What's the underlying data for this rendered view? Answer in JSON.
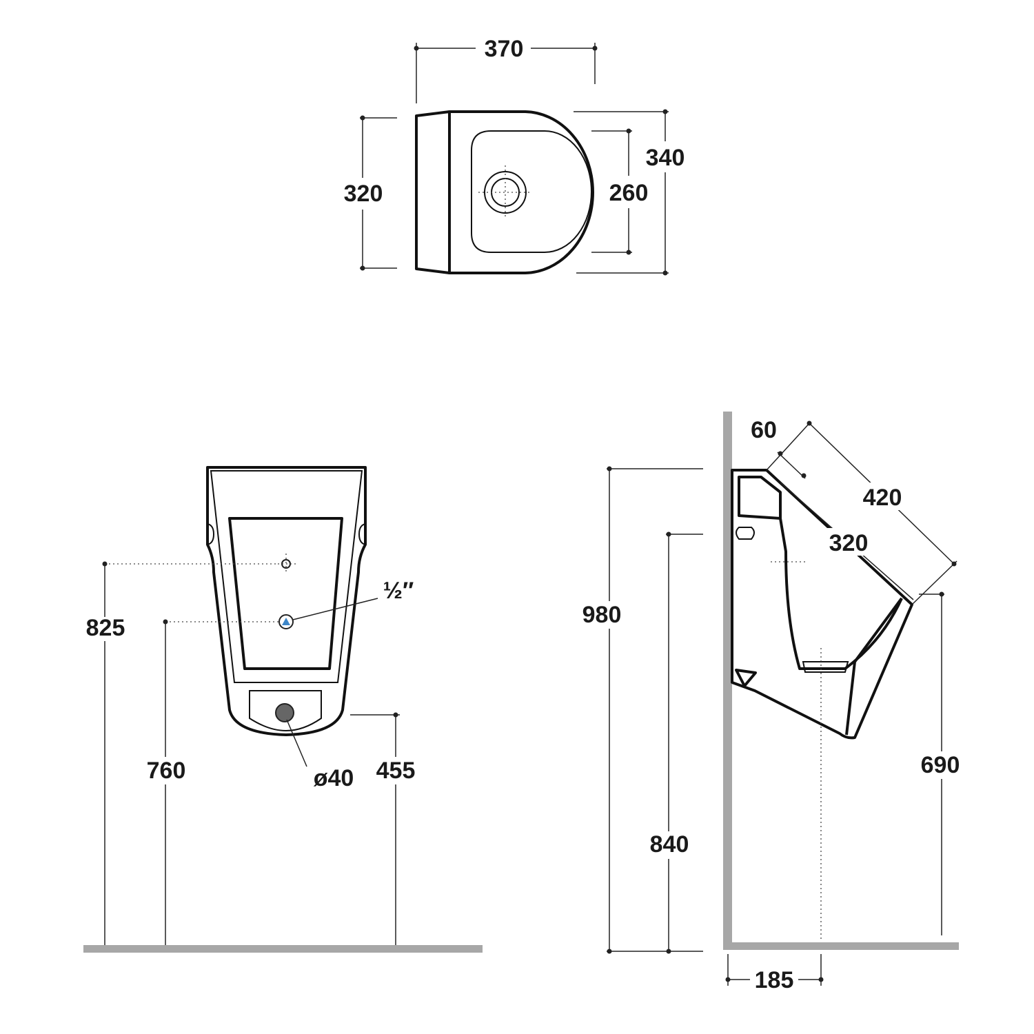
{
  "colors": {
    "ground": "#a7a7a7",
    "line": "#111111",
    "inlet": "#3d86c8",
    "drain": "#666666"
  },
  "icons": {
    "inlet": "blue-triangle-inlet-icon",
    "drain": "grey-drain-circle-icon"
  },
  "top_view": {
    "width": "370",
    "depth_outer": "340",
    "depth_back": "320",
    "bowl_depth": "260"
  },
  "front_view": {
    "h_825": "825",
    "h_760": "760",
    "h_455": "455",
    "thread": "½″",
    "drain_dia": "ø40"
  },
  "side_view": {
    "h_980": "980",
    "h_840": "840",
    "h_690": "690",
    "d_60": "60",
    "d_420": "420",
    "d_320": "320",
    "d_185": "185"
  }
}
